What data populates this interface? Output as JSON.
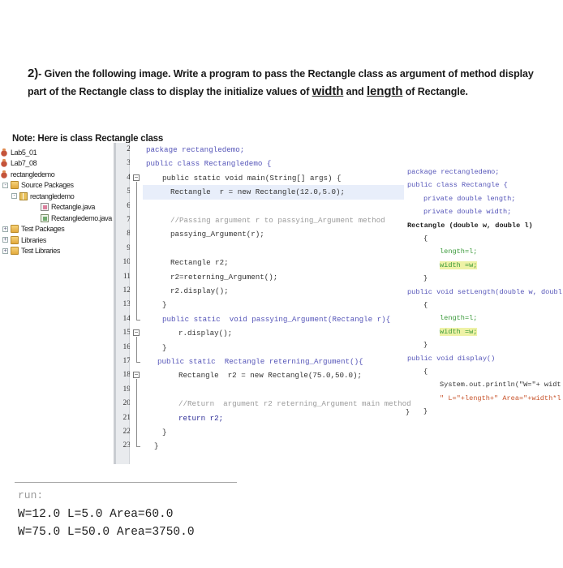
{
  "question": {
    "number": "2)",
    "text_part1": "- Given the following image. Write a program to pass the Rectangle class as argument of method display part of the Rectangle class to display the initialize values of ",
    "emph1": "width",
    "text_part2": " and ",
    "emph2": "length",
    "text_part3": " of Rectangle."
  },
  "note": "Note: Here is class Rectangle class",
  "project_tree": {
    "items": [
      {
        "label": "Lab5_01",
        "icon": "coffee-project-icon",
        "indent": 0
      },
      {
        "label": "Lab7_08",
        "icon": "coffee-project-icon",
        "indent": 0
      },
      {
        "label": "rectangledemo",
        "icon": "coffee-project-icon",
        "indent": 0
      },
      {
        "label": "Source Packages",
        "icon": "folder-icon",
        "indent": 1,
        "expander": "-"
      },
      {
        "label": "rectangledemo",
        "icon": "package-icon",
        "indent": 2,
        "expander": "-"
      },
      {
        "label": "Rectangle.java",
        "icon": "java-file-icon",
        "indent": 3
      },
      {
        "label": "Rectangledemo.java",
        "icon": "java-main-file-icon",
        "indent": 3
      },
      {
        "label": "Test Packages",
        "icon": "folder-icon",
        "indent": 1,
        "expander": "+"
      },
      {
        "label": "Libraries",
        "icon": "folder-icon",
        "indent": 1,
        "expander": "+"
      },
      {
        "label": "Test Libraries",
        "icon": "folder-icon",
        "indent": 1,
        "expander": "+"
      }
    ]
  },
  "main_editor": {
    "line_numbers": [
      "2",
      "3",
      "4",
      "5",
      "6",
      "7",
      "8",
      "9",
      "10",
      "11",
      "12",
      "13",
      "14",
      "15",
      "16",
      "17",
      "18",
      "19",
      "20",
      "21",
      "22",
      "23"
    ],
    "lines": {
      "l2": "package rectangledemo;",
      "l3": "public class Rectangledemo {",
      "l4": "public static void main(String[] args) {",
      "l5": "Rectangle  r = new Rectangle(12.0,5.0);",
      "l7": "//Passing argument r to passying_Argument method",
      "l8": "passying_Argument(r);",
      "l10": "Rectangle r2;",
      "l11": "r2=reterning_Argument();",
      "l12": "r2.display();",
      "l13": "}",
      "l14": "public static  void passying_Argument(Rectangle r){",
      "l15": "r.display();",
      "l16": "}",
      "l17": "public static  Rectangle reterning_Argument(){",
      "l18": "Rectangle  r2 = new Rectangle(75.0,50.0);",
      "l20": "//Return  argument r2 reterning_Argument main method",
      "l21": "return r2;",
      "l22": "}",
      "l23": "}"
    }
  },
  "rectangle_editor": {
    "lines": [
      "package rectangledemo;",
      "public class Rectangle {",
      "private double length;",
      "private double width;",
      "Rectangle (double w, double l)",
      "{",
      "length=l;",
      "width =w;",
      "}",
      "public void setLength(double w, doubl",
      "{",
      "length=l;",
      "width =w;",
      "}",
      "public void display()",
      "{",
      "System.out.println(\"W=\"+ widt",
      "\" L=\"+length+\" Area=\"+width*l",
      "}",
      "}"
    ]
  },
  "output": {
    "run_label": "run:",
    "lines": [
      "W=12.0 L=5.0 Area=60.0",
      "W=75.0 L=50.0 Area=3750.0"
    ]
  }
}
